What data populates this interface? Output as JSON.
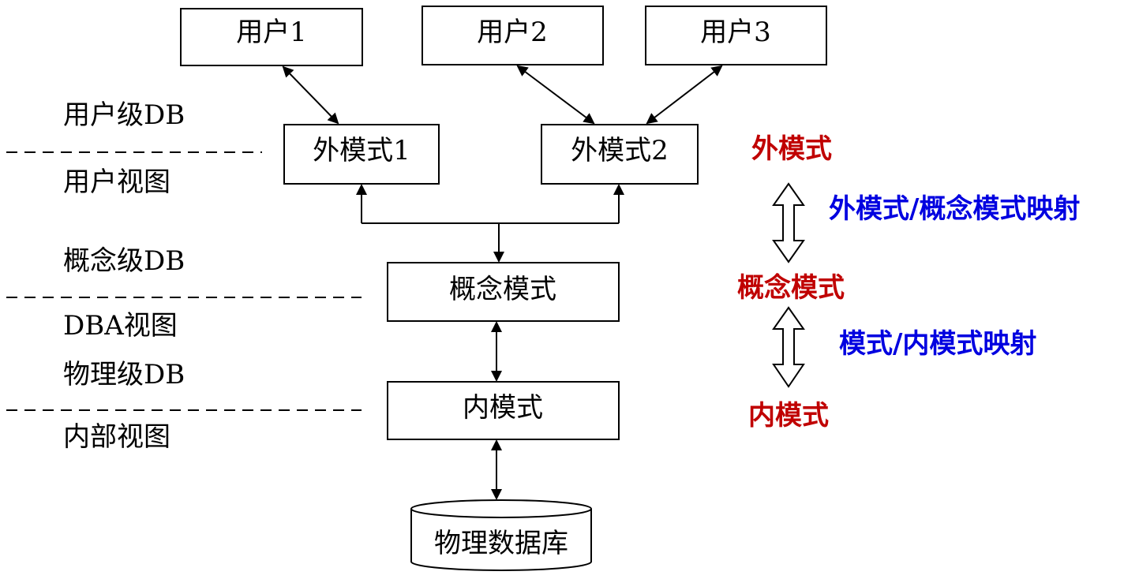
{
  "nodes": {
    "user1": "用户1",
    "user2": "用户2",
    "user3": "用户3",
    "external1": "外模式1",
    "external2": "外模式2",
    "conceptual": "概念模式",
    "internal": "内模式",
    "physical_db": "物理数据库"
  },
  "level_labels": {
    "user_db": "用户级DB",
    "user_view": "用户视图",
    "conceptual_db": "概念级DB",
    "dba_view": "DBA视图",
    "physical_db": "物理级DB",
    "internal_view": "内部视图"
  },
  "schema_levels": {
    "external": "外模式",
    "conceptual": "概念模式",
    "internal": "内模式"
  },
  "mappings": {
    "external_conceptual": "外模式/概念模式映射",
    "conceptual_internal": "模式/内模式映射"
  },
  "colors": {
    "schema_label": "#c00000",
    "mapping_label": "#0000e0"
  }
}
